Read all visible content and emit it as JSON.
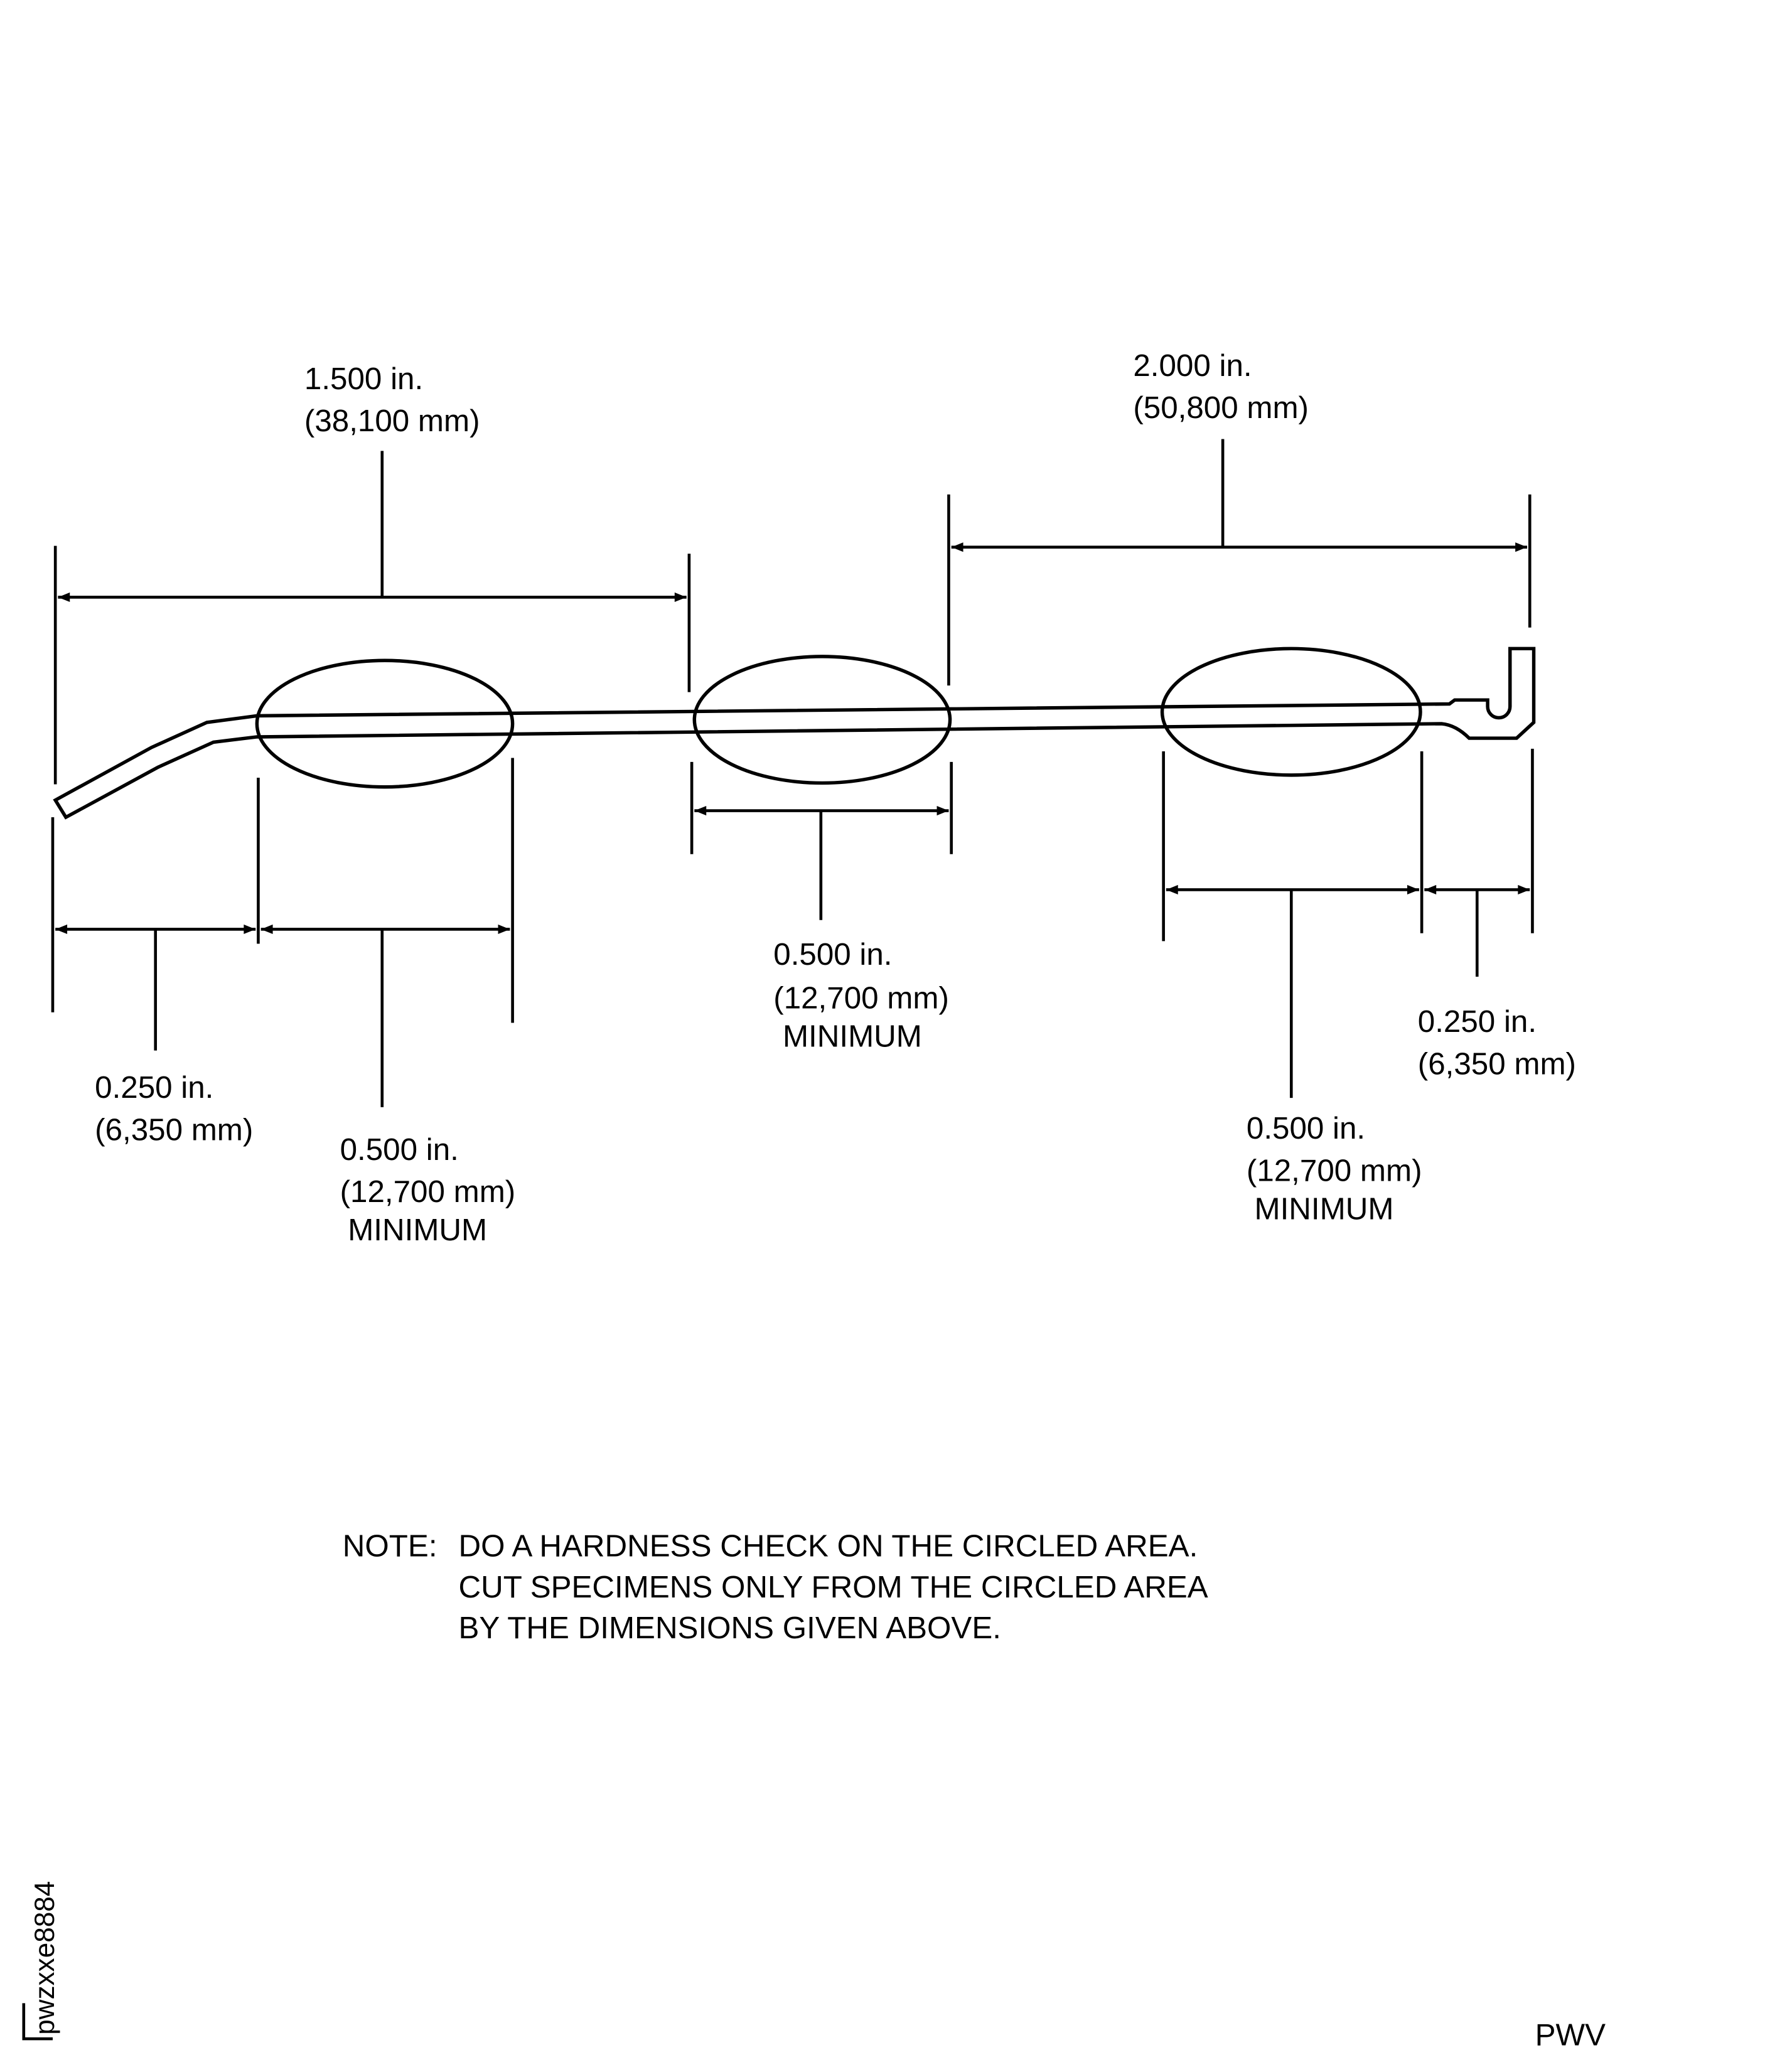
{
  "dimensions": {
    "top_left": {
      "inch": "1.500 in.",
      "mm": "(38,100 mm)"
    },
    "top_right": {
      "inch": "2.000 in.",
      "mm": "(50,800 mm)"
    },
    "bottom_left_end": {
      "inch": "0.250 in.",
      "mm": "(6,350 mm)"
    },
    "bottom_left_specimen": {
      "inch": "0.500 in.",
      "mm": "(12,700 mm)",
      "qualifier": "MINIMUM"
    },
    "middle_specimen": {
      "inch": "0.500 in.",
      "mm": "(12,700 mm)",
      "qualifier": "MINIMUM"
    },
    "right_specimen": {
      "inch": "0.500 in.",
      "mm": "(12,700 mm)",
      "qualifier": "MINIMUM"
    },
    "right_end": {
      "inch": "0.250 in.",
      "mm": "(6,350 mm)"
    }
  },
  "note": {
    "label": "NOTE:",
    "lines": [
      "DO A HARDNESS CHECK ON THE CIRCLED AREA.",
      "CUT SPECIMENS ONLY FROM THE CIRCLED AREA",
      "BY THE DIMENSIONS GIVEN ABOVE."
    ]
  },
  "figure_id": "pwzxxe8884",
  "corner_code": "PWV"
}
